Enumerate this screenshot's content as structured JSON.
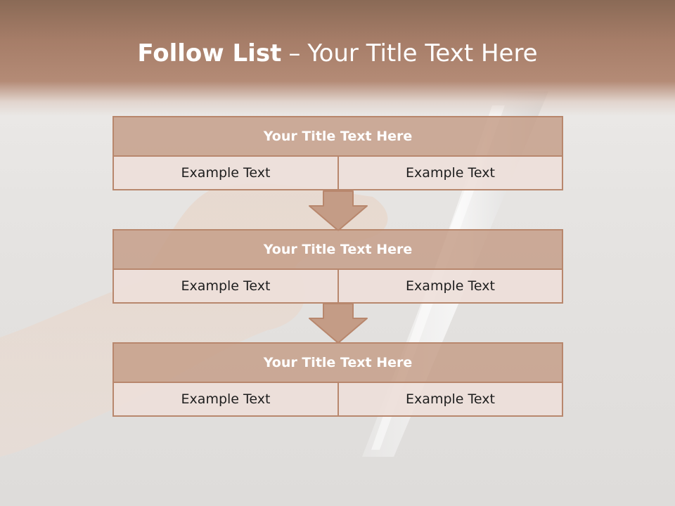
{
  "title": {
    "bold": "Follow List",
    "dash": "–",
    "rest": "Your Title Text Here"
  },
  "blocks": [
    {
      "title": "Your Title Text Here",
      "left": "Example Text",
      "right": "Example Text"
    },
    {
      "title": "Your Title Text Here",
      "left": "Example Text",
      "right": "Example Text"
    },
    {
      "title": "Your Title Text Here",
      "left": "Example Text",
      "right": "Example Text"
    }
  ],
  "colors": {
    "header": "#a67d68",
    "box_fill": "#c49c86",
    "box_border": "#b8876d",
    "cell_fill": "#eddfd9"
  }
}
